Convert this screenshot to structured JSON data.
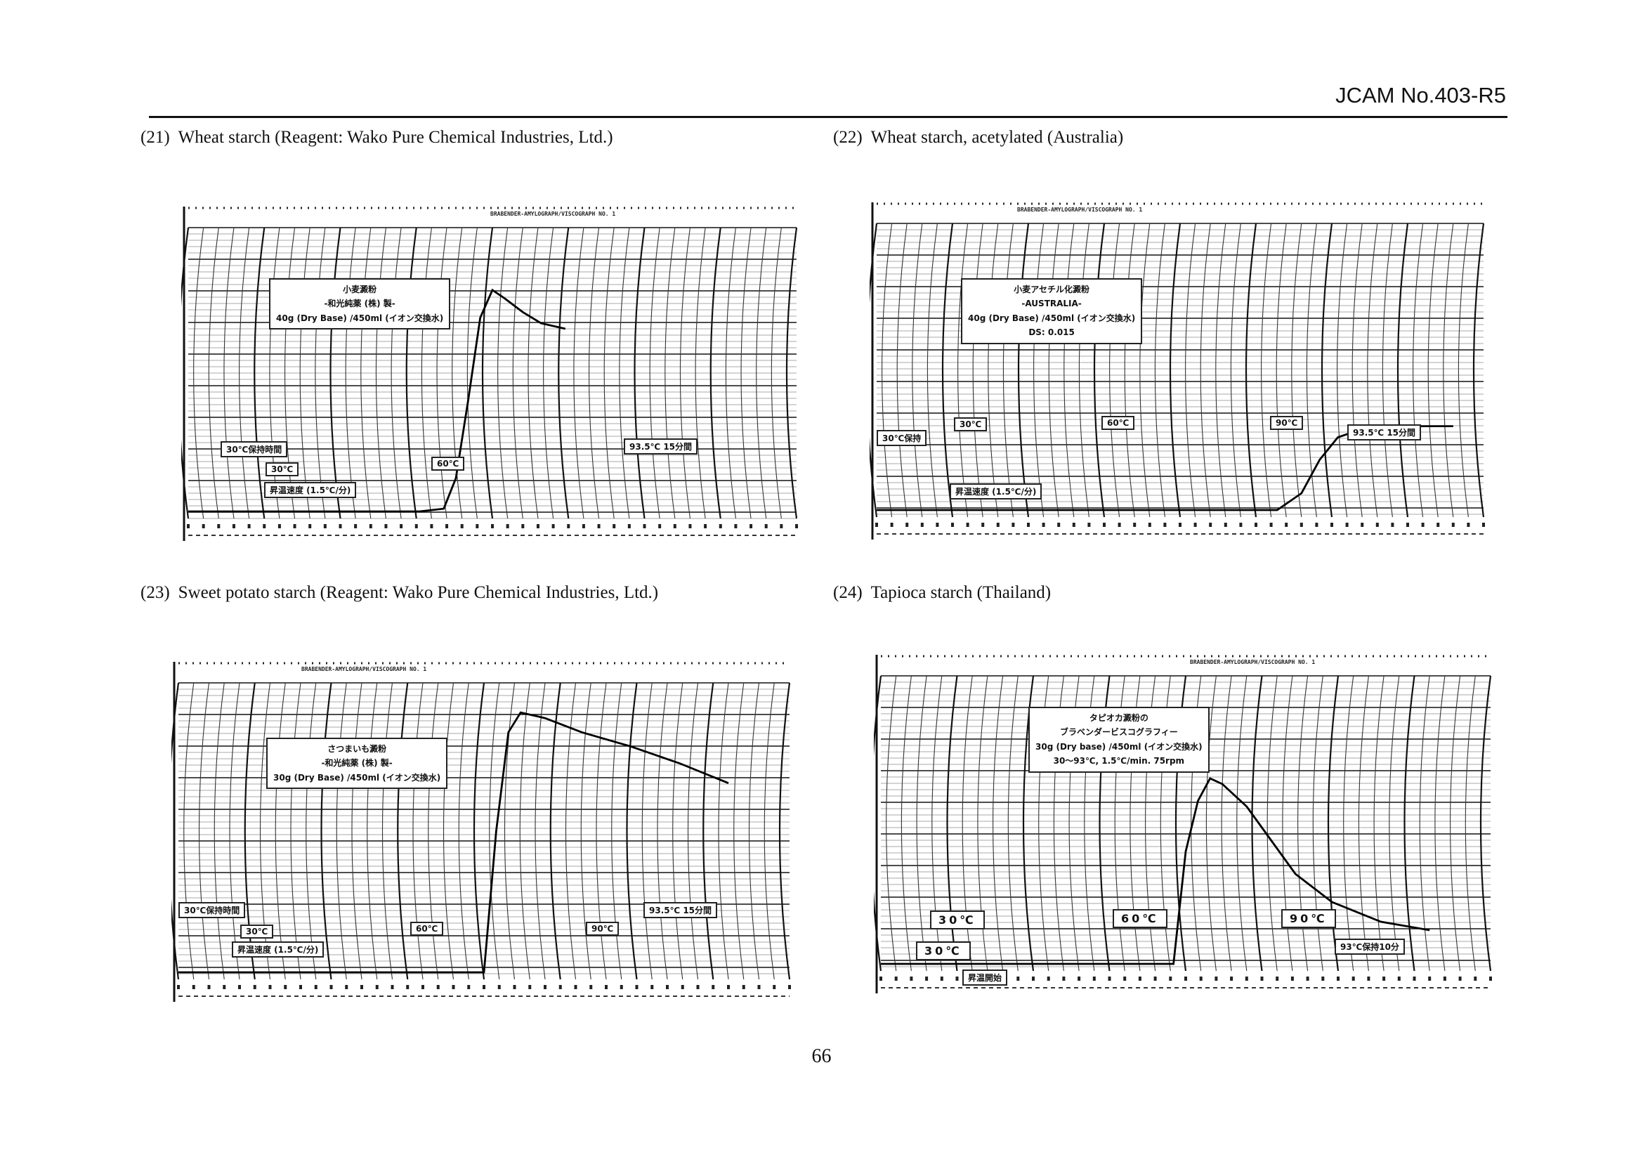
{
  "header": {
    "doc_code": "JCAM No.403-R5"
  },
  "chart_header": "BRABENDER-AMYLOGRAPH/VISCOGRAPH NO. 1",
  "figures": [
    {
      "number": "(21)",
      "caption": "Wheat starch (Reagent: Wako Pure Chemical Industries, Ltd.)",
      "label_lines": [
        "小麦澱粉",
        "-和光純薬 (株) 製-",
        "40g (Dry Base) /450ml (イオン交換水)"
      ],
      "temps": [
        "30℃保持時間",
        "30℃",
        "昇温速度 (1.5℃/分)",
        "60℃",
        "93.5℃ 15分間"
      ],
      "curve": [
        [
          0,
          0
        ],
        [
          20,
          0
        ],
        [
          38,
          0
        ],
        [
          42,
          1
        ],
        [
          44,
          12
        ],
        [
          46,
          40
        ],
        [
          48,
          70
        ],
        [
          50,
          80
        ],
        [
          52,
          77
        ],
        [
          55,
          72
        ],
        [
          58,
          68
        ],
        [
          62,
          66
        ]
      ]
    },
    {
      "number": "(22)",
      "caption": "Wheat starch, acetylated (Australia)",
      "label_lines": [
        "小麦アセチル化澱粉",
        "-AUSTRALIA-",
        "40g (Dry Base) /450ml (イオン交換水)",
        "DS: 0.015"
      ],
      "temps": [
        "30℃保持",
        "30℃",
        "昇温速度 (1.5℃/分)",
        "60℃",
        "90℃",
        "93.5℃ 15分間"
      ],
      "curve": [
        [
          0,
          0
        ],
        [
          40,
          0
        ],
        [
          60,
          0
        ],
        [
          66,
          0
        ],
        [
          70,
          6
        ],
        [
          73,
          18
        ],
        [
          76,
          26
        ],
        [
          80,
          29
        ],
        [
          86,
          30
        ],
        [
          95,
          30
        ]
      ]
    },
    {
      "number": "(23)",
      "caption": "Sweet potato starch (Reagent: Wako Pure Chemical Industries, Ltd.)",
      "label_lines": [
        "さつまいも澱粉",
        "-和光純薬 (株) 製-",
        "30g (Dry Base) /450ml (イオン交換水)"
      ],
      "temps": [
        "30℃保持時間",
        "30℃",
        "昇温速度 (1.5℃/分)",
        "60℃",
        "90℃",
        "93.5℃ 15分間"
      ],
      "curve": [
        [
          0,
          0
        ],
        [
          45,
          0
        ],
        [
          50,
          0
        ],
        [
          52,
          50
        ],
        [
          54,
          85
        ],
        [
          56,
          92
        ],
        [
          60,
          90
        ],
        [
          66,
          85
        ],
        [
          74,
          80
        ],
        [
          82,
          74
        ],
        [
          90,
          67
        ]
      ]
    },
    {
      "number": "(24)",
      "caption": "Tapioca starch (Thailand)",
      "label_lines": [
        "タピオカ澱粉の",
        "ブラベンダービスコグラフィー",
        "30g (Dry base) /450ml (イオン交換水)",
        "30〜93℃, 1.5℃/min. 75rpm"
      ],
      "temps": [
        "30℃",
        "60℃",
        "90℃",
        "30℃",
        "93℃保持10分",
        "昇温開始"
      ],
      "curve": [
        [
          0,
          0
        ],
        [
          40,
          0
        ],
        [
          48,
          0
        ],
        [
          50,
          40
        ],
        [
          52,
          58
        ],
        [
          54,
          66
        ],
        [
          56,
          64
        ],
        [
          60,
          56
        ],
        [
          64,
          44
        ],
        [
          68,
          32
        ],
        [
          74,
          22
        ],
        [
          82,
          15
        ],
        [
          90,
          12
        ]
      ]
    }
  ],
  "page_number": "66"
}
